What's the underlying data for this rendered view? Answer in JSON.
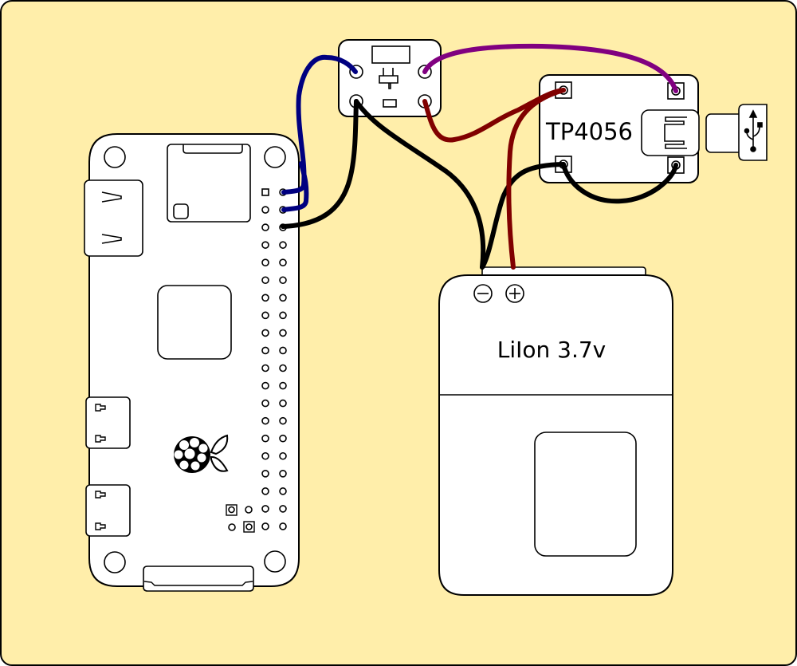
{
  "diagram": {
    "title": "Raspberry Pi Zero power switch wiring",
    "background_color": "#ffeeaa",
    "components": {
      "pi": {
        "name": "Raspberry Pi Zero",
        "gpio_rows": 20
      },
      "switch": {
        "name": "Push button switch"
      },
      "charger": {
        "name": "TP4056",
        "label": "TP4056",
        "connector": "USB"
      },
      "battery": {
        "name": "LiIon battery",
        "label": "LiIon 3.7v",
        "minus_symbol": "⊖",
        "plus_symbol": "⊕"
      }
    },
    "wires": [
      {
        "id": "wire-pi-switch-1",
        "from": "pi GPIO pin 2",
        "to": "switch top-left",
        "color": "#000080"
      },
      {
        "id": "wire-pi-switch-2",
        "from": "pi GPIO pin 4",
        "to": "switch top-left",
        "color": "#000080"
      },
      {
        "id": "wire-pi-gnd-switch",
        "from": "pi GPIO pin 6",
        "to": "switch bottom-left",
        "color": "#000000"
      },
      {
        "id": "wire-switch-battery-minus",
        "from": "switch bottom-left",
        "to": "battery minus",
        "color": "#000000"
      },
      {
        "id": "wire-switch-charger-out-plus",
        "from": "switch top-right",
        "to": "TP4056 out+",
        "color": "#800080"
      },
      {
        "id": "wire-switch-charger-bat-plus",
        "from": "switch bottom-right",
        "to": "TP4056 B+",
        "color": "#800000"
      },
      {
        "id": "wire-battery-plus-charger",
        "from": "battery plus",
        "to": "TP4056 B+",
        "color": "#800000"
      },
      {
        "id": "wire-battery-minus-charger",
        "from": "battery minus",
        "to": "TP4056 B-",
        "color": "#000000"
      },
      {
        "id": "wire-charger-bminus-outminus",
        "from": "TP4056 B-",
        "to": "TP4056 out-",
        "color": "#000000"
      }
    ]
  }
}
